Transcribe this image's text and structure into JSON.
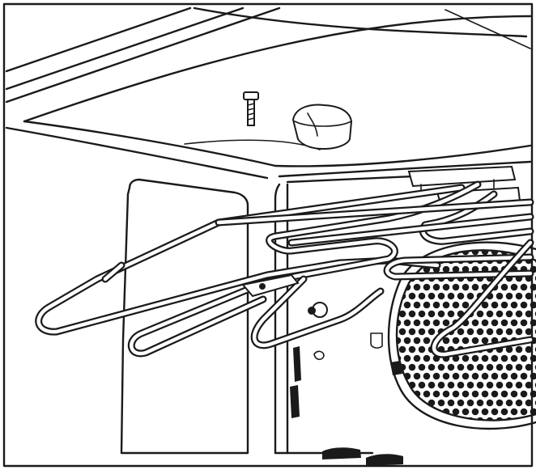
{
  "figure": {
    "subject": "",
    "colors": {
      "line": "#1a1a1a",
      "background": "#ffffff"
    },
    "parts": [
      {
        "name": "oven-cavity-frame"
      },
      {
        "name": "oven-ceiling"
      },
      {
        "name": "fixing-screw"
      },
      {
        "name": "lamp-cover"
      },
      {
        "name": "side-wall-panel"
      },
      {
        "name": "rear-wall"
      },
      {
        "name": "fan-cover"
      },
      {
        "name": "grill-heating-element"
      },
      {
        "name": "element-mounting-bracket"
      },
      {
        "name": "element-fixing-plate"
      },
      {
        "name": "shelf-support-slots"
      }
    ]
  }
}
